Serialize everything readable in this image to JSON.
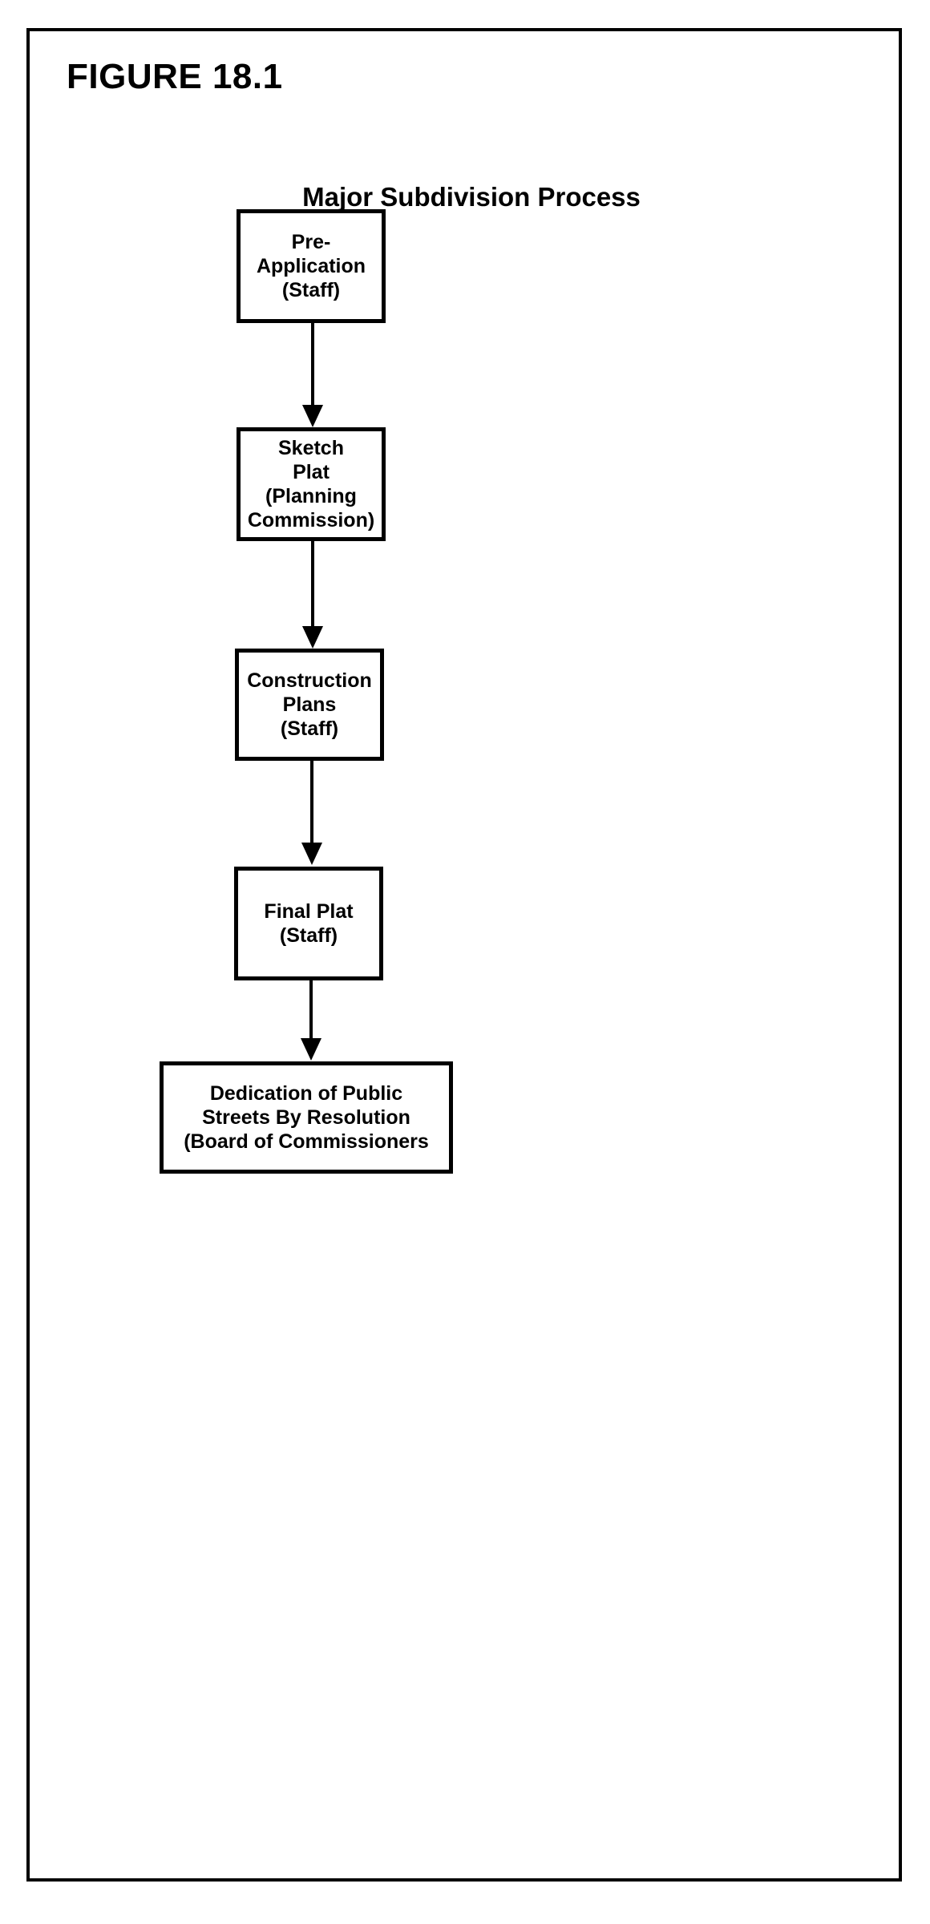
{
  "figure": {
    "number": "FIGURE 18.1",
    "subtitle": "Major Subdivision Process"
  },
  "colors": {
    "stroke": "#000000",
    "fill": "#ffffff",
    "text": "#000000"
  },
  "chart_data": {
    "type": "diagram",
    "diagram_kind": "flowchart",
    "orientation": "top-to-bottom",
    "title": "Major Subdivision Process",
    "nodes": [
      {
        "id": "pre-application",
        "lines": [
          "Pre-",
          "Application",
          "(Staff)"
        ],
        "label": "Pre-Application (Staff)",
        "actor": "Staff",
        "order": 1
      },
      {
        "id": "sketch-plat",
        "lines": [
          "Sketch",
          "Plat",
          "(Planning",
          "Commission)"
        ],
        "label": "Sketch Plat (Planning Commission)",
        "actor": "Planning Commission",
        "order": 2
      },
      {
        "id": "construction-plans",
        "lines": [
          "Construction",
          "Plans",
          "(Staff)"
        ],
        "label": "Construction Plans (Staff)",
        "actor": "Staff",
        "order": 3
      },
      {
        "id": "final-plat",
        "lines": [
          "Final Plat",
          "(Staff)"
        ],
        "label": "Final Plat (Staff)",
        "actor": "Staff",
        "order": 4
      },
      {
        "id": "dedication",
        "lines": [
          "Dedication of Public",
          "Streets By Resolution",
          "(Board of Commissioners"
        ],
        "label": "Dedication of Public Streets By Resolution (Board of Commissioners",
        "actor": "Board of Commissioners",
        "order": 5
      }
    ],
    "edges": [
      {
        "from": "pre-application",
        "to": "sketch-plat",
        "style": "solid-arrow"
      },
      {
        "from": "sketch-plat",
        "to": "construction-plans",
        "style": "solid-arrow"
      },
      {
        "from": "construction-plans",
        "to": "final-plat",
        "style": "solid-arrow"
      },
      {
        "from": "final-plat",
        "to": "dedication",
        "style": "solid-arrow"
      }
    ]
  }
}
